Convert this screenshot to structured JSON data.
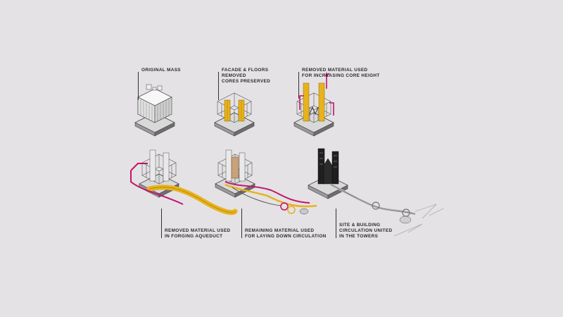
{
  "colors": {
    "background": "#e4e2e4",
    "gold": "#e7b21c",
    "magenta": "#c2136f",
    "ink": "#2a2a2a",
    "dark_tower": "#1f1f1f"
  },
  "steps": [
    {
      "id": "step-1",
      "lines": [
        "ORIGINAL MASS"
      ]
    },
    {
      "id": "step-2",
      "lines": [
        "FACADE & FLOORS",
        "REMOVED",
        "CORES PRESERVED"
      ]
    },
    {
      "id": "step-3",
      "lines": [
        "REMOVED MATERIAL USED",
        "FOR INCREASING CORE HEIGHT"
      ]
    },
    {
      "id": "step-4",
      "lines": [
        "REMOVED MATERIAL USED",
        "IN FORGING AQUEDUCT"
      ]
    },
    {
      "id": "step-5",
      "lines": [
        "REMAINING MATERIAL USED",
        "FOR LAYING DOWN CIRCULATION"
      ]
    },
    {
      "id": "step-6",
      "lines": [
        "SITE & BUILDING",
        "CIRCULATION UNITED",
        "IN THE TOWERS"
      ]
    }
  ]
}
